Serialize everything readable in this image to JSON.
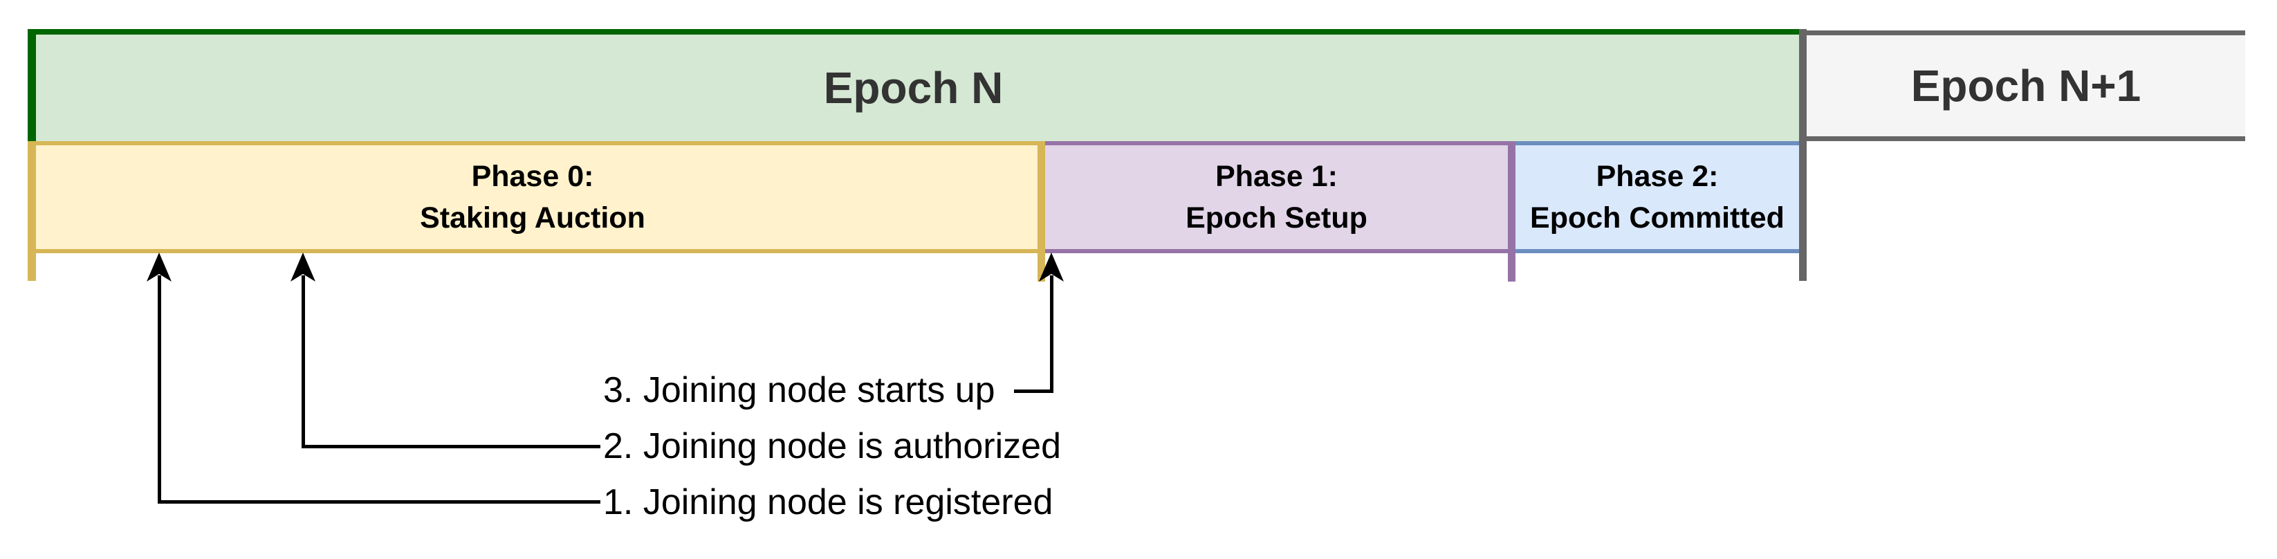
{
  "epochs": [
    {
      "label": "Epoch N"
    },
    {
      "label": "Epoch N+1"
    }
  ],
  "phases": [
    {
      "line1": "Phase 0:",
      "line2": "Staking Auction"
    },
    {
      "line1": "Phase 1:",
      "line2": "Epoch Setup"
    },
    {
      "line1": "Phase 2:",
      "line2": "Epoch Committed"
    }
  ],
  "annotations": [
    {
      "label": "3. Joining node starts up"
    },
    {
      "label": "2. Joining node is authorized"
    },
    {
      "label": "1. Joining node is registered"
    }
  ],
  "colors": {
    "epoch_n_fill": "#d5e8d4",
    "epoch_n_border": "#006600",
    "epoch_n1_fill": "#f5f5f5",
    "epoch_n1_border": "#666666",
    "phase0_fill": "#fff2cc",
    "phase0_border": "#d6b656",
    "phase1_fill": "#e1d5e7",
    "phase1_border": "#9673a6",
    "phase2_fill": "#dae8fc",
    "phase2_border": "#6c8ebf",
    "connector": "#000000",
    "epoch_text": "#333333",
    "phase_text": "#000000"
  }
}
